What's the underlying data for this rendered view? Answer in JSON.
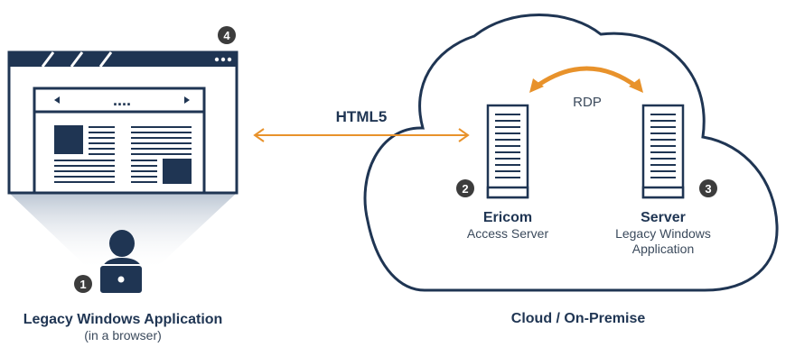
{
  "protocol_label": "HTML5",
  "rdp_label": "RDP",
  "left_caption": {
    "title": "Legacy Windows Application",
    "subtitle": "(in a browser)"
  },
  "ericom": {
    "title": "Ericom",
    "subtitle": "Access Server"
  },
  "server": {
    "title": "Server",
    "subtitle_line1": "Legacy Windows",
    "subtitle_line2": "Application"
  },
  "cloud_caption": "Cloud / On-Premise",
  "badges": {
    "user": "1",
    "ericom": "2",
    "server": "3",
    "browser": "4"
  },
  "browser_nav_dots": "....",
  "colors": {
    "navy": "#1f3553",
    "orange": "#e8922b",
    "badge": "#3c3c3c",
    "beam": "#cfd6e0"
  }
}
